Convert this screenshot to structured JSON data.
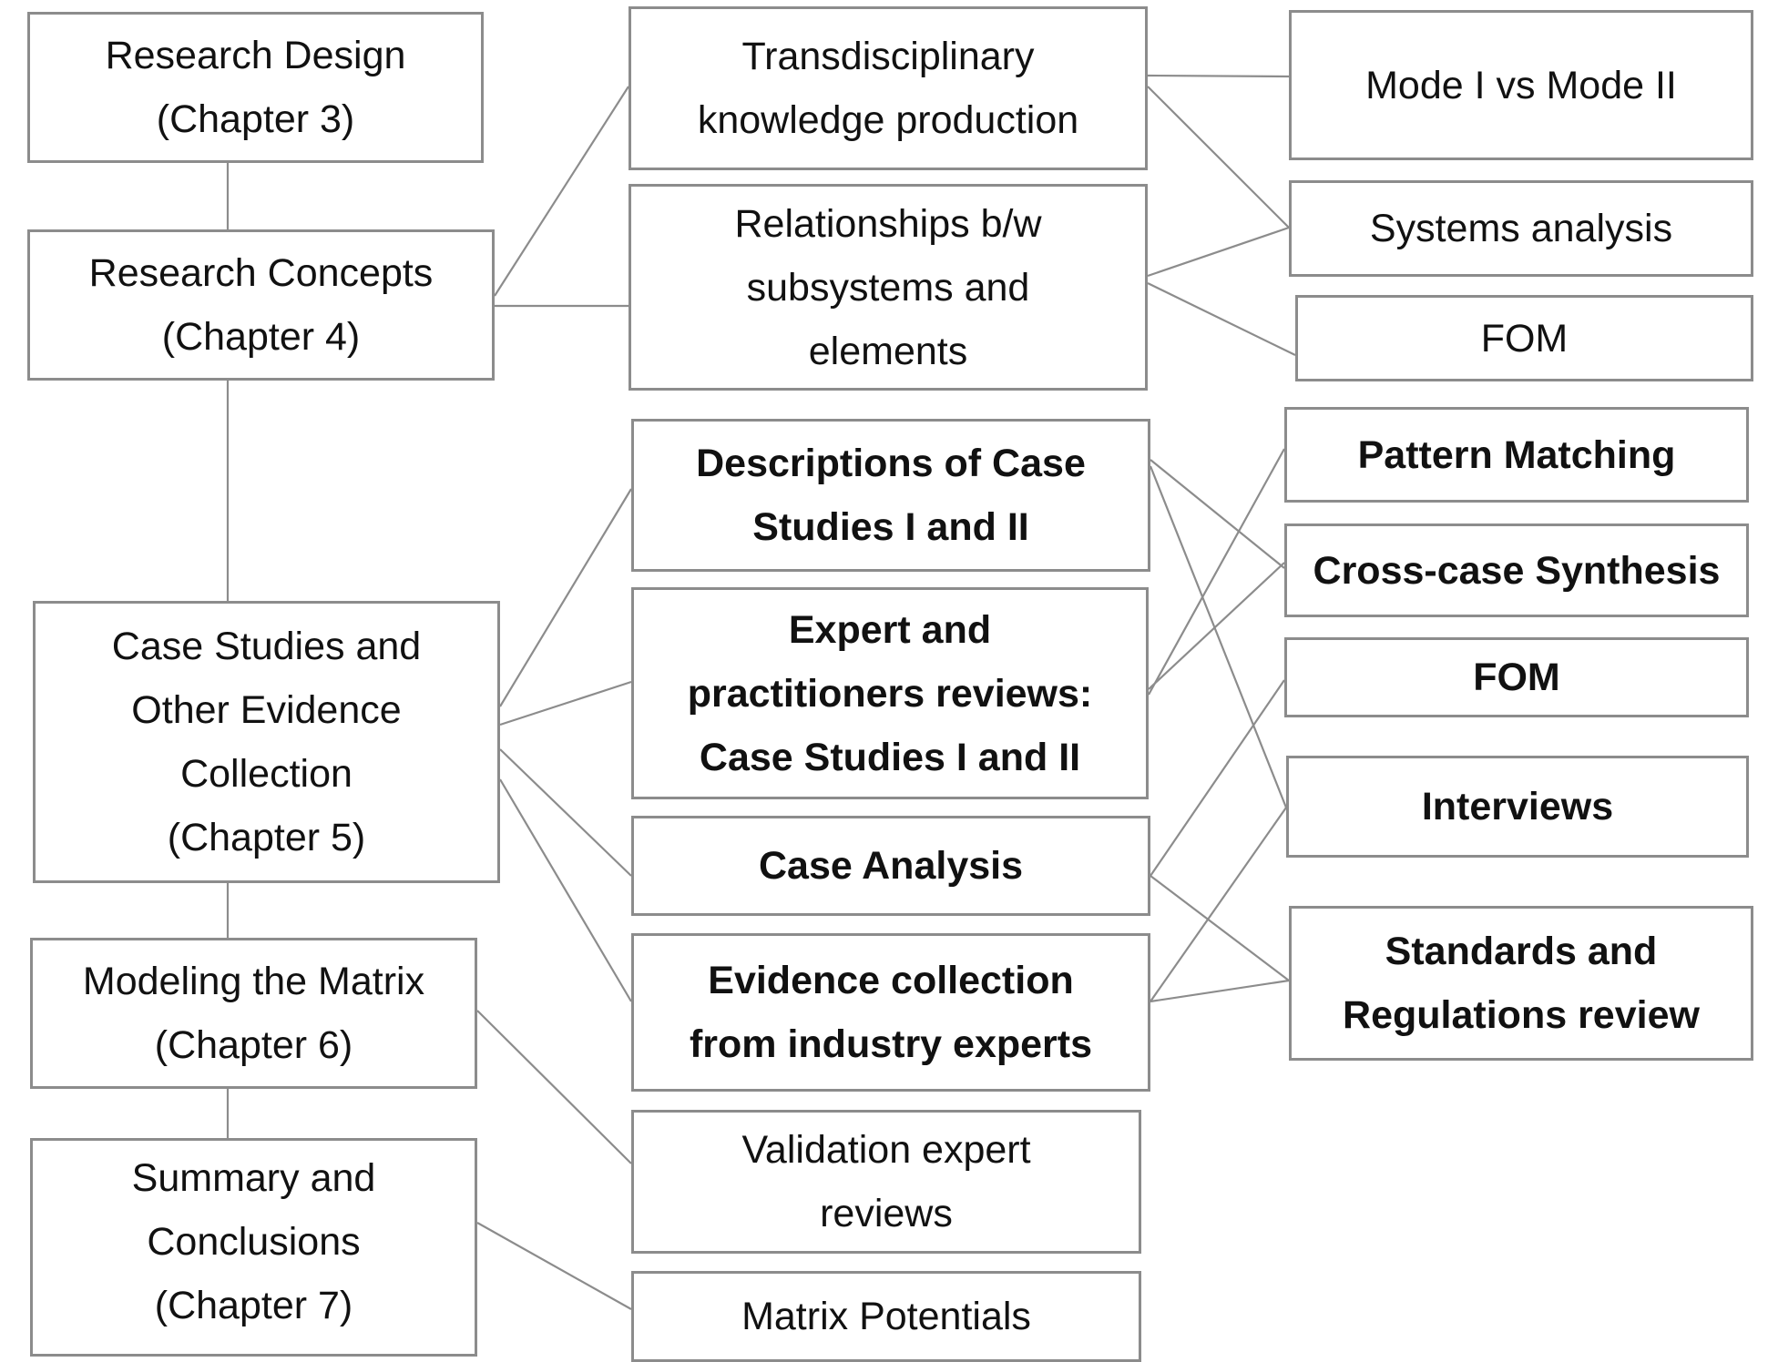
{
  "diagram": {
    "edge_color": "#8c8c8c",
    "nodes": {
      "research_design": {
        "lines": [
          "Research Design",
          "(Chapter 3)"
        ],
        "bold": false
      },
      "research_concepts": {
        "lines": [
          "Research Concepts",
          "(Chapter 4)"
        ],
        "bold": false
      },
      "case_studies": {
        "lines": [
          "Case Studies and",
          "Other Evidence",
          "Collection",
          "(Chapter 5)"
        ],
        "bold": true
      },
      "modeling_matrix": {
        "lines": [
          "Modeling the Matrix",
          "(Chapter 6)"
        ],
        "bold": false
      },
      "summary": {
        "lines": [
          "Summary and",
          "Conclusions",
          "(Chapter 7)"
        ],
        "bold": false
      },
      "transdisciplinary": {
        "lines": [
          "Transdisciplinary",
          "knowledge production"
        ],
        "bold": false
      },
      "relationships": {
        "lines": [
          "Relationships b/w",
          "subsystems and",
          "elements"
        ],
        "bold": false
      },
      "descriptions": {
        "lines": [
          "Descriptions of Case",
          "Studies I and II"
        ],
        "bold": true
      },
      "expert_reviews": {
        "lines": [
          "Expert and",
          "practitioners reviews:",
          "Case Studies I and II"
        ],
        "bold": true
      },
      "case_analysis": {
        "lines": [
          "Case Analysis"
        ],
        "bold": true
      },
      "evidence_collection": {
        "lines": [
          "Evidence collection",
          "from industry experts"
        ],
        "bold": true
      },
      "validation": {
        "lines": [
          "Validation expert",
          "reviews"
        ],
        "bold": false
      },
      "matrix_potentials": {
        "lines": [
          "Matrix Potentials"
        ],
        "bold": false
      },
      "mode": {
        "lines": [
          "Mode I vs Mode II"
        ],
        "bold": false
      },
      "systems_analysis": {
        "lines": [
          "Systems analysis"
        ],
        "bold": false
      },
      "fom_top": {
        "lines": [
          "FOM"
        ],
        "bold": false
      },
      "pattern_matching": {
        "lines": [
          "Pattern Matching"
        ],
        "bold": true
      },
      "cross_case": {
        "lines": [
          "Cross-case Synthesis"
        ],
        "bold": true
      },
      "fom_bottom": {
        "lines": [
          "FOM"
        ],
        "bold": true
      },
      "interviews": {
        "lines": [
          "Interviews"
        ],
        "bold": true
      },
      "standards": {
        "lines": [
          "Standards and",
          "Regulations review"
        ],
        "bold": true
      }
    }
  }
}
